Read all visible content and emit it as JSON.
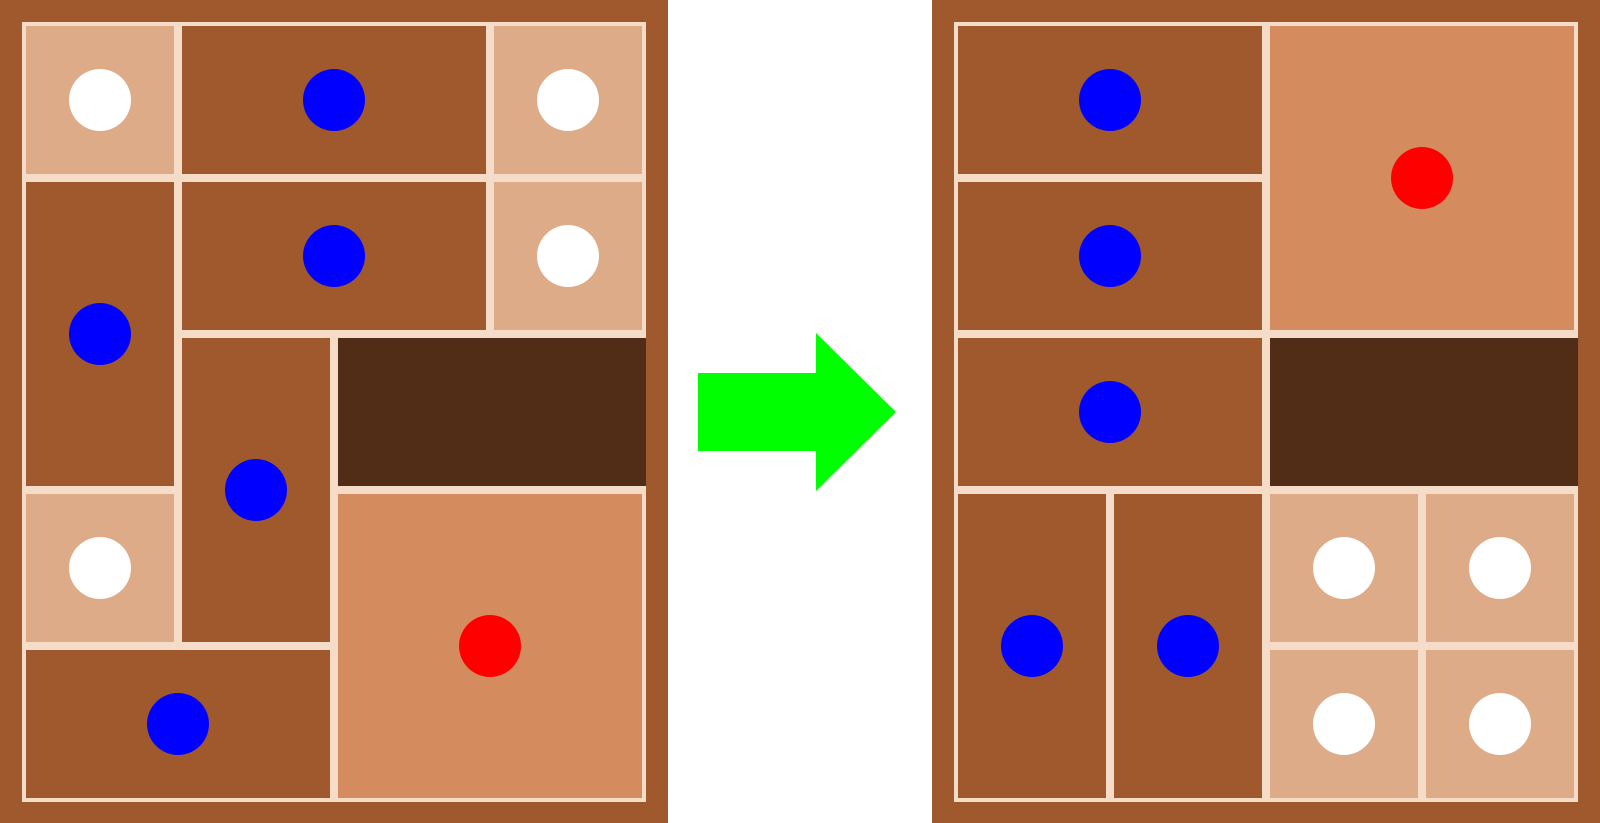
{
  "colors": {
    "frame": "#a0592d",
    "gridline": "#f5dcc8",
    "piece_dark": "#a0592d",
    "piece_small": "#deab88",
    "piece_large": "#d48c5f",
    "empty_slot": "#512d17",
    "dot_blue": "#0000ff",
    "dot_white": "#ffffff",
    "dot_red": "#ff0000",
    "arrow": "#00ff00"
  },
  "icons": {
    "arrow": "right-arrow-icon",
    "dot": "circle-icon"
  },
  "start_board": {
    "pieces": [
      {
        "type": "small",
        "col": 0,
        "row": 0,
        "w": 1,
        "h": 1,
        "dot": "white"
      },
      {
        "type": "horizontal",
        "col": 1,
        "row": 0,
        "w": 2,
        "h": 1,
        "dot": "blue"
      },
      {
        "type": "small",
        "col": 3,
        "row": 0,
        "w": 1,
        "h": 1,
        "dot": "white"
      },
      {
        "type": "vertical",
        "col": 0,
        "row": 1,
        "w": 1,
        "h": 2,
        "dot": "blue"
      },
      {
        "type": "horizontal",
        "col": 1,
        "row": 1,
        "w": 2,
        "h": 1,
        "dot": "blue"
      },
      {
        "type": "small",
        "col": 3,
        "row": 1,
        "w": 1,
        "h": 1,
        "dot": "white"
      },
      {
        "type": "vertical",
        "col": 1,
        "row": 2,
        "w": 1,
        "h": 2,
        "dot": "blue"
      },
      {
        "type": "empty",
        "col": 2,
        "row": 2,
        "w": 2,
        "h": 1,
        "dot": "none"
      },
      {
        "type": "small",
        "col": 0,
        "row": 3,
        "w": 1,
        "h": 1,
        "dot": "white"
      },
      {
        "type": "large",
        "col": 2,
        "row": 3,
        "w": 2,
        "h": 2,
        "dot": "red"
      },
      {
        "type": "horizontal",
        "col": 0,
        "row": 4,
        "w": 2,
        "h": 1,
        "dot": "blue"
      }
    ]
  },
  "goal_board": {
    "pieces": [
      {
        "type": "horizontal",
        "col": 0,
        "row": 0,
        "w": 2,
        "h": 1,
        "dot": "blue"
      },
      {
        "type": "large",
        "col": 2,
        "row": 0,
        "w": 2,
        "h": 2,
        "dot": "red"
      },
      {
        "type": "horizontal",
        "col": 0,
        "row": 1,
        "w": 2,
        "h": 1,
        "dot": "blue"
      },
      {
        "type": "horizontal",
        "col": 0,
        "row": 2,
        "w": 2,
        "h": 1,
        "dot": "blue"
      },
      {
        "type": "empty",
        "col": 2,
        "row": 2,
        "w": 2,
        "h": 1,
        "dot": "none"
      },
      {
        "type": "vertical",
        "col": 0,
        "row": 3,
        "w": 1,
        "h": 2,
        "dot": "blue"
      },
      {
        "type": "vertical",
        "col": 1,
        "row": 3,
        "w": 1,
        "h": 2,
        "dot": "blue"
      },
      {
        "type": "small",
        "col": 2,
        "row": 3,
        "w": 1,
        "h": 1,
        "dot": "white"
      },
      {
        "type": "small",
        "col": 3,
        "row": 3,
        "w": 1,
        "h": 1,
        "dot": "white"
      },
      {
        "type": "small",
        "col": 2,
        "row": 4,
        "w": 1,
        "h": 1,
        "dot": "white"
      },
      {
        "type": "small",
        "col": 3,
        "row": 4,
        "w": 1,
        "h": 1,
        "dot": "white"
      }
    ]
  }
}
